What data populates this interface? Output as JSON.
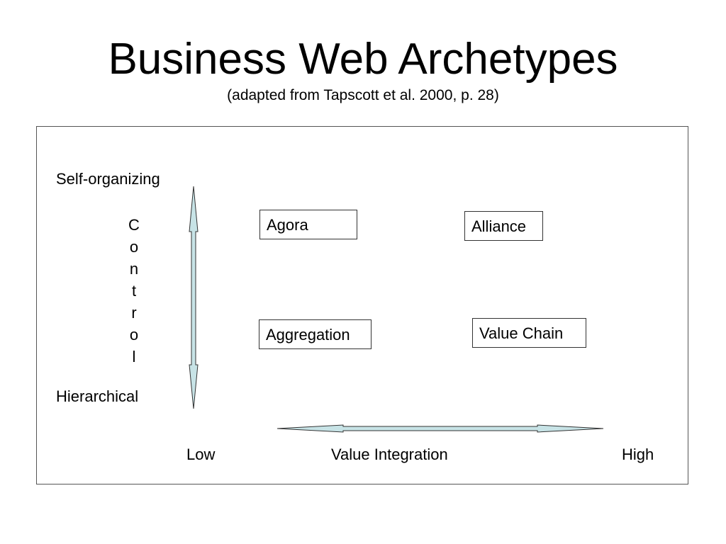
{
  "slide": {
    "title": "Business Web Archetypes",
    "subtitle": "(adapted from Tapscott et al. 2000, p. 28)"
  },
  "diagram": {
    "y_axis": {
      "top_label": "Self-organizing",
      "bottom_label": "Hierarchical",
      "title_letters": [
        "C",
        "o",
        "n",
        "t",
        "r",
        "o",
        "l"
      ]
    },
    "x_axis": {
      "low_label": "Low",
      "title": "Value Integration",
      "high_label": "High"
    },
    "boxes": {
      "agora": "Agora",
      "alliance": "Alliance",
      "aggregation": "Aggregation",
      "value_chain": "Value Chain"
    },
    "arrow_fill": "#c7e3e6"
  }
}
